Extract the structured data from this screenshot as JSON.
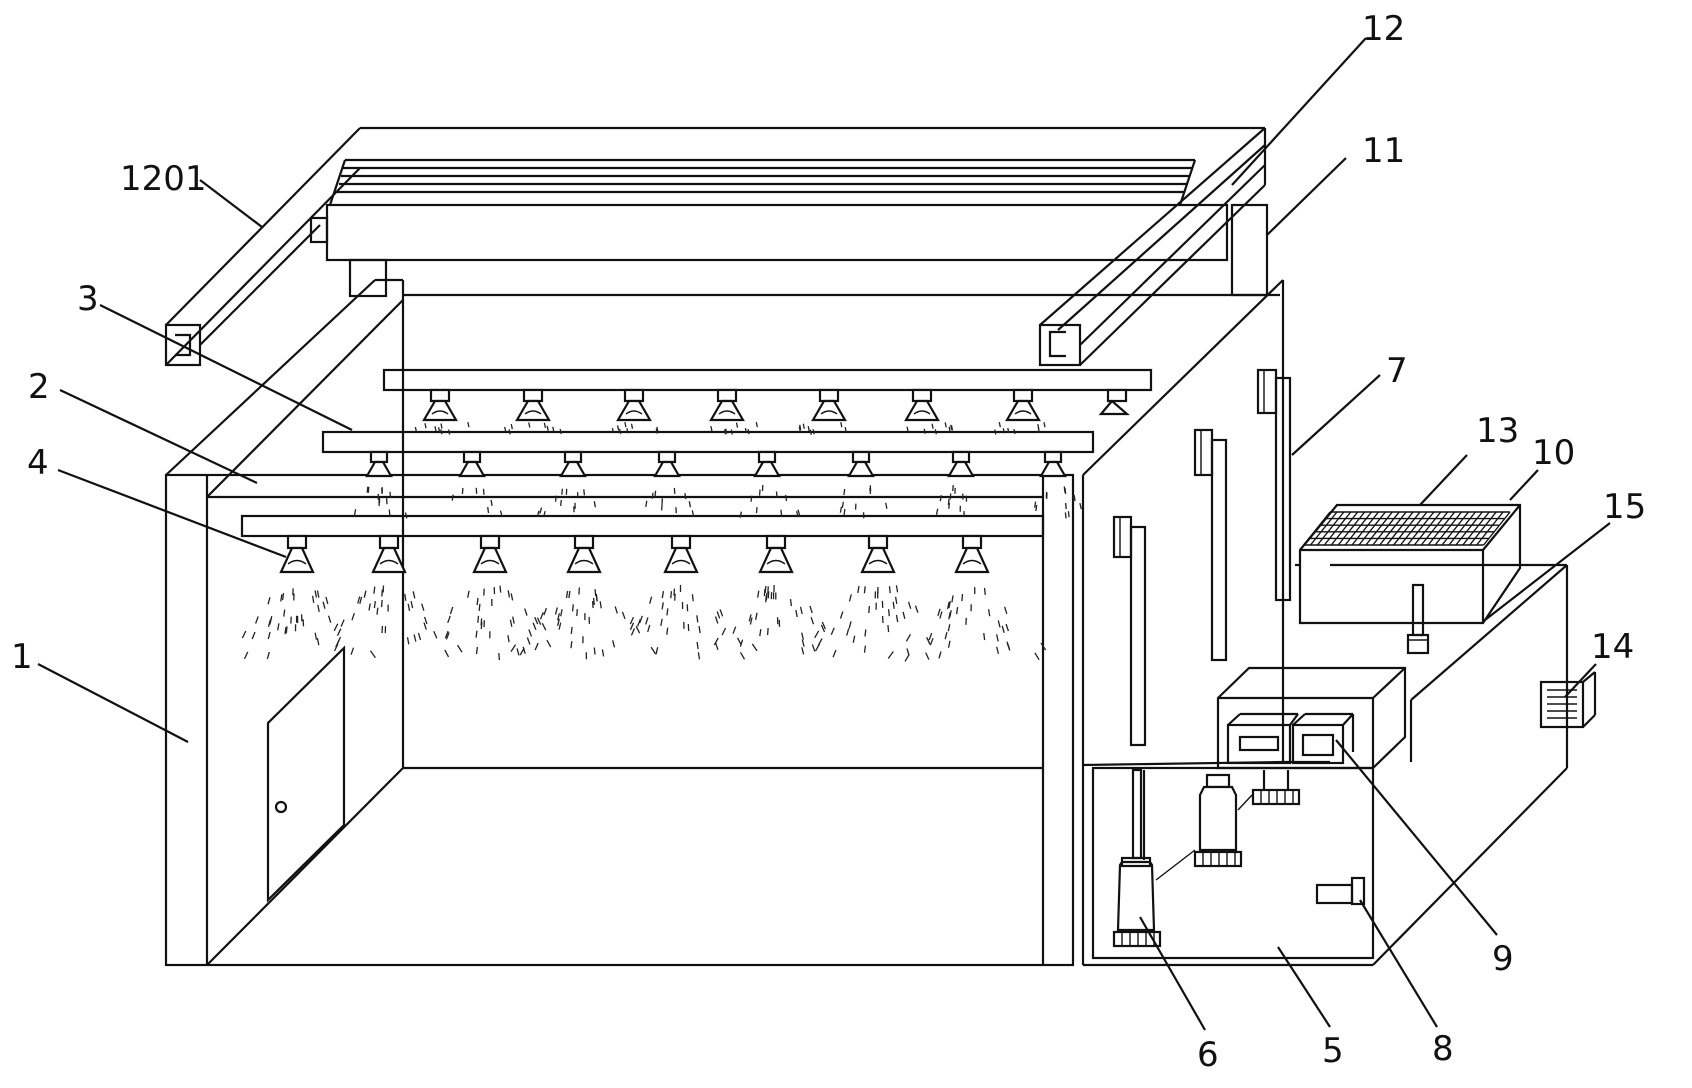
{
  "labels": {
    "l1": "1",
    "l2": "2",
    "l3": "3",
    "l4": "4",
    "l5": "5",
    "l6": "6",
    "l7": "7",
    "l8": "8",
    "l9": "9",
    "l10": "10",
    "l11": "11",
    "l12": "12",
    "l13": "13",
    "l14": "14",
    "l15": "15",
    "l1201": "1201"
  }
}
